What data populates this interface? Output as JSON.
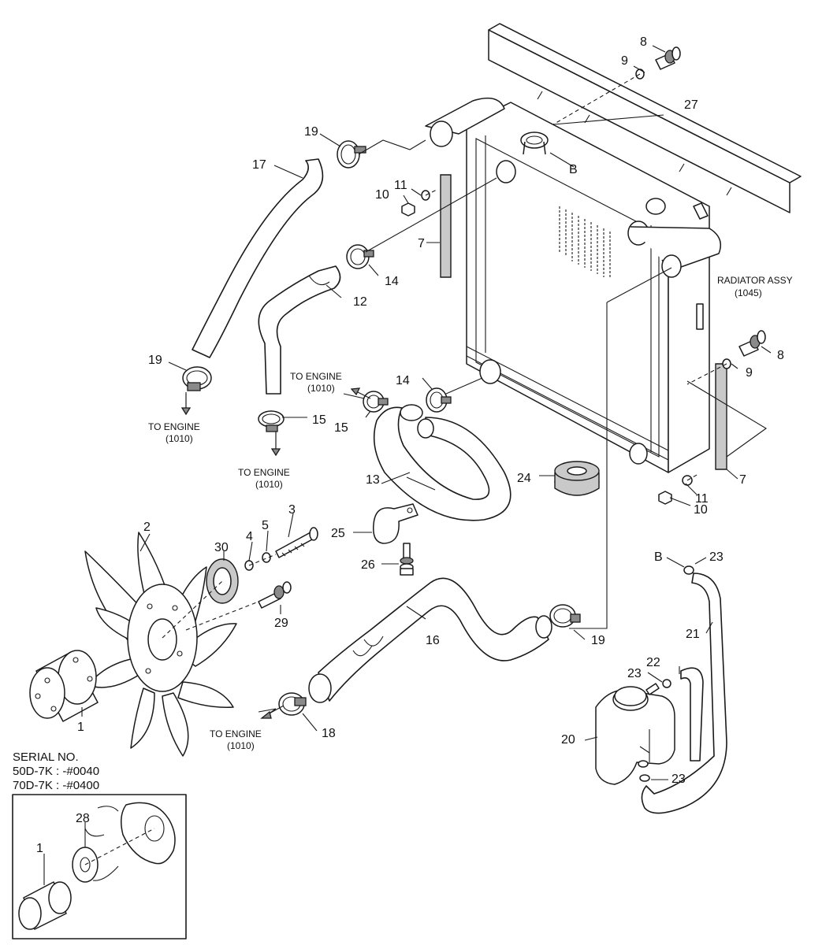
{
  "callouts": {
    "c1a": "1",
    "c1b": "1",
    "c2": "2",
    "c3": "3",
    "c4": "4",
    "c5": "5",
    "c7a": "7",
    "c7b": "7",
    "c8a": "8",
    "c8b": "8",
    "c9a": "9",
    "c9b": "9",
    "c10a": "10",
    "c10b": "10",
    "c11a": "11",
    "c11b": "11",
    "c12": "12",
    "c13": "13",
    "c14a": "14",
    "c14b": "14",
    "c15a": "15",
    "c15b": "15",
    "c16": "16",
    "c17": "17",
    "c18": "18",
    "c19a": "19",
    "c19b": "19",
    "c19c": "19",
    "c20": "20",
    "c21": "21",
    "c22": "22",
    "c23a": "23",
    "c23b": "23",
    "c23c": "23",
    "c24": "24",
    "c25": "25",
    "c26": "26",
    "c27": "27",
    "c28": "28",
    "c29": "29",
    "c30": "30",
    "bA": "B",
    "bB": "B"
  },
  "labels": {
    "to_engine": "TO ENGINE",
    "to_engine_code": "(1010)",
    "radiator_assy": "RADIATOR ASSY",
    "radiator_assy_code": "(1045)"
  },
  "serial": {
    "title": "SERIAL NO.",
    "line1": "50D-7K : -#0040",
    "line2": "70D-7K : -#0400"
  }
}
